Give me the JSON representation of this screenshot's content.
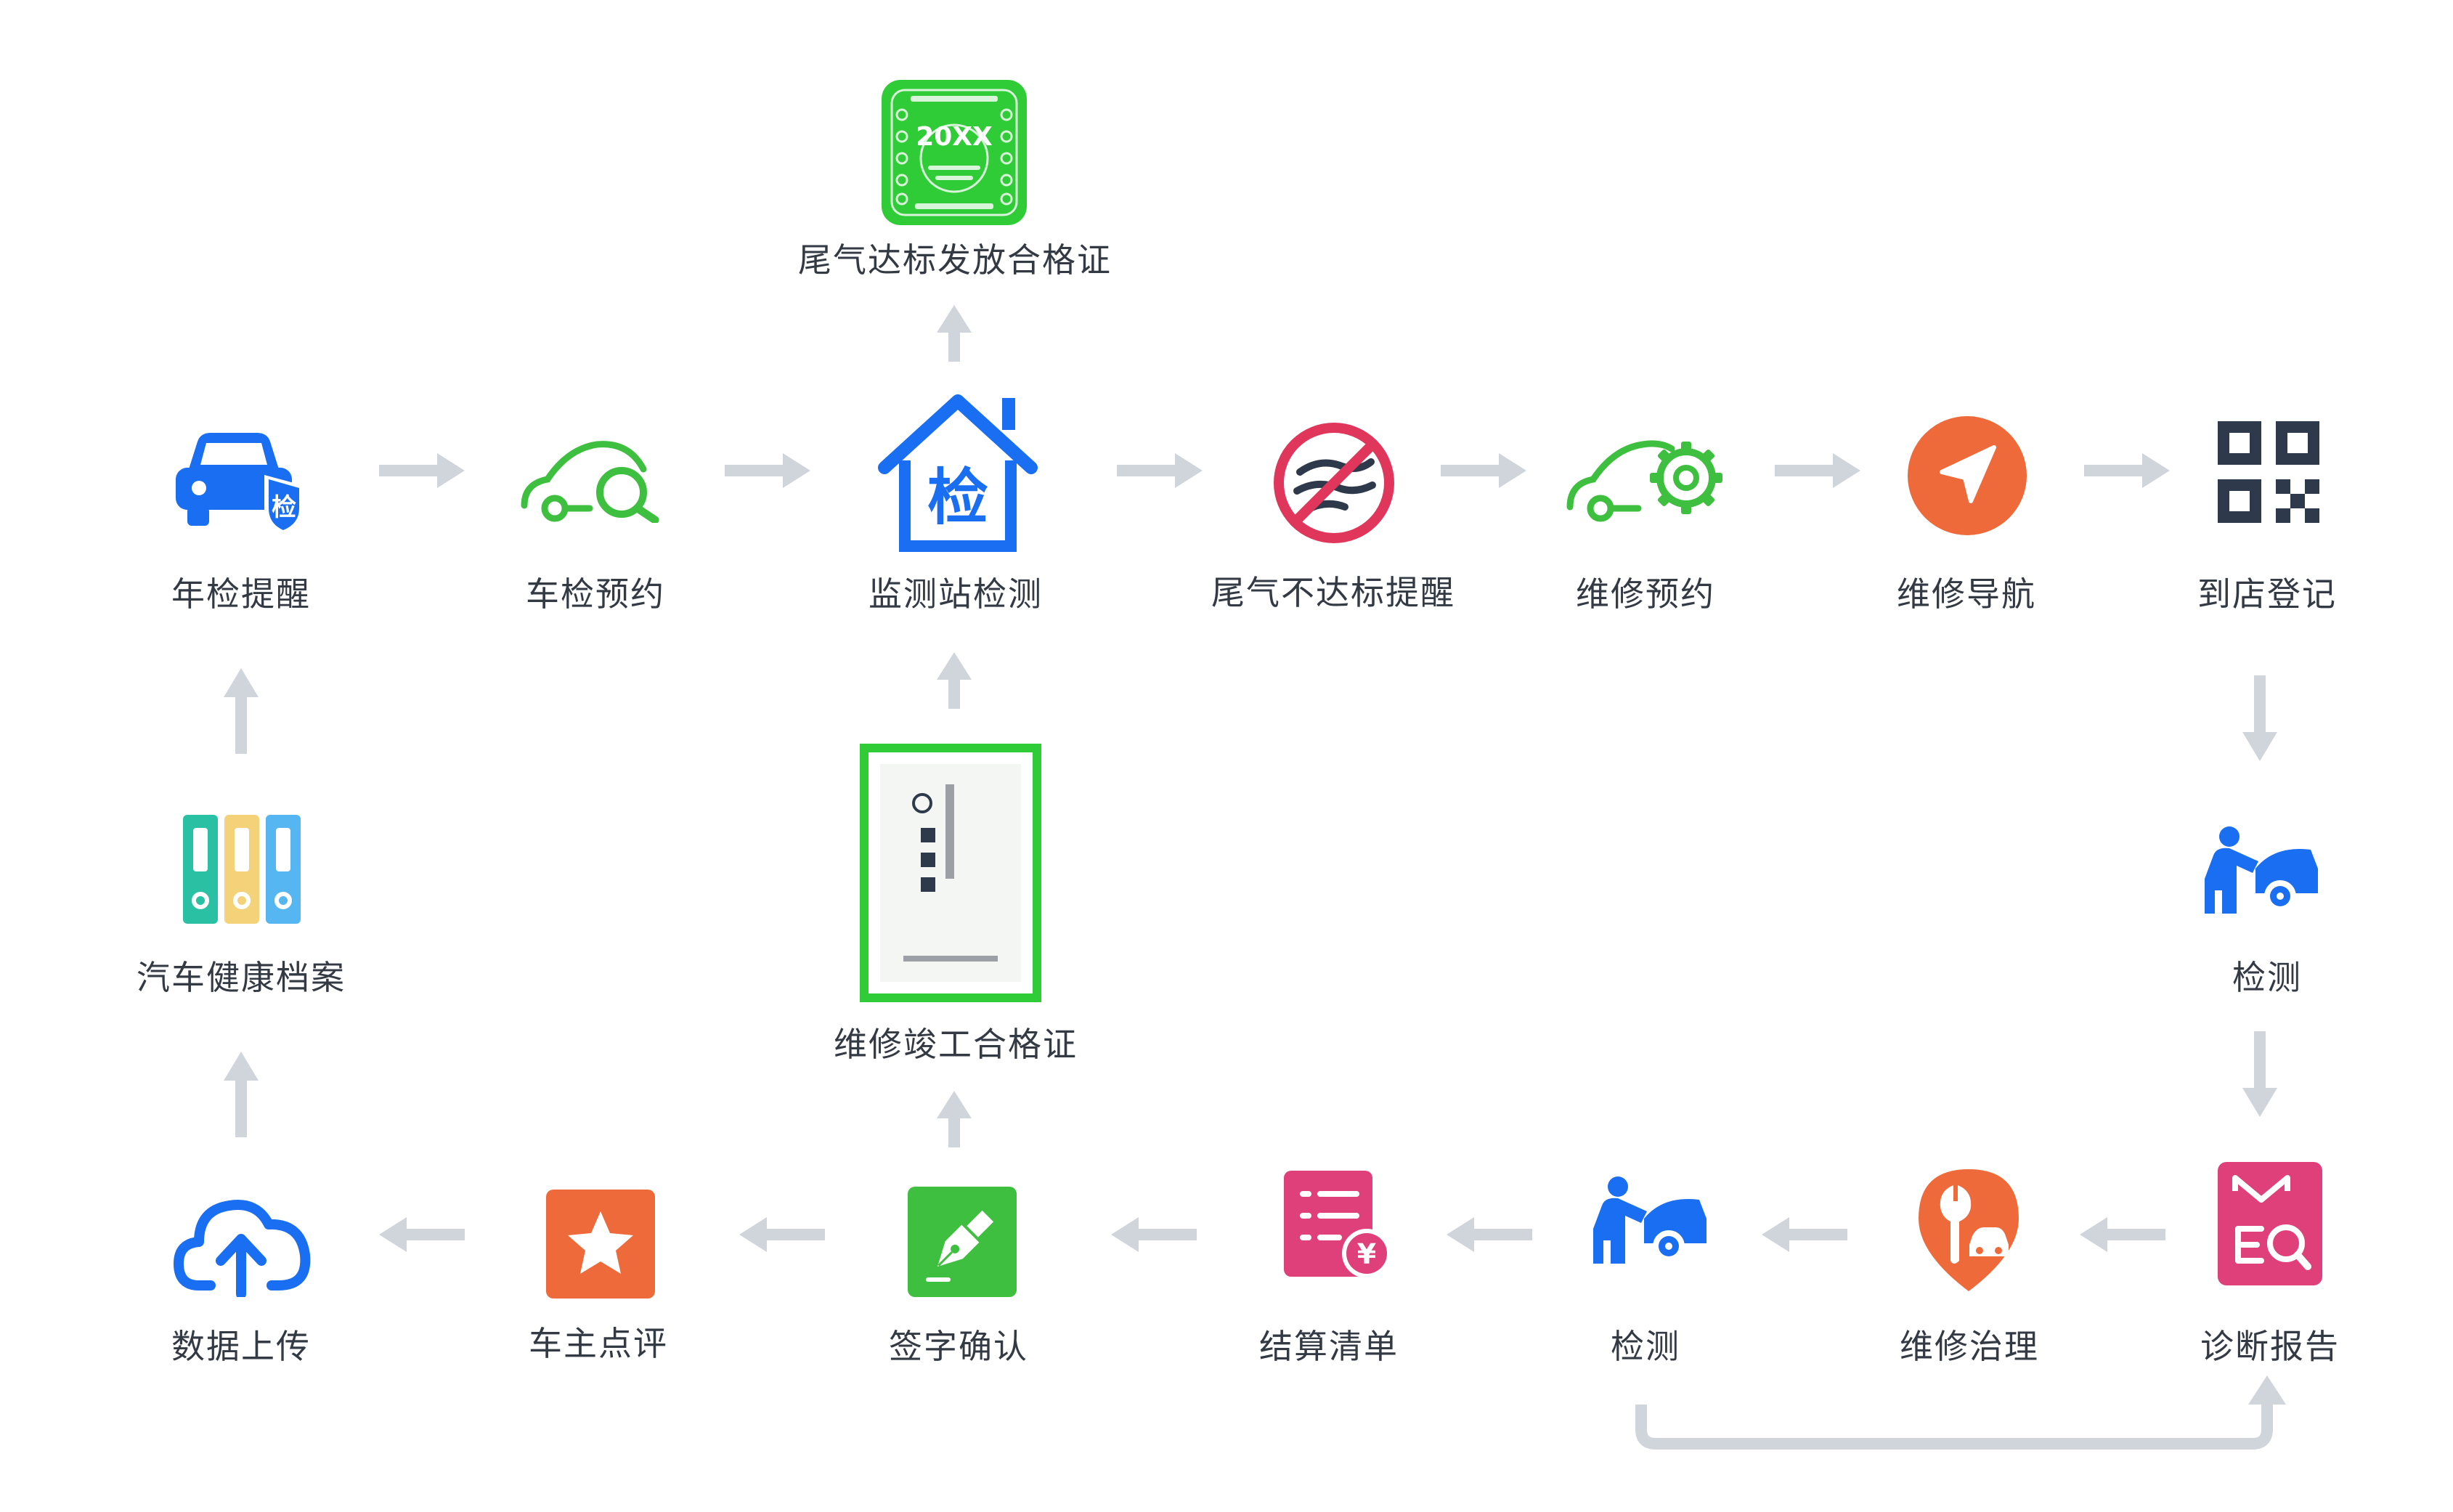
{
  "colors": {
    "blue": "#1a6ef2",
    "green": "#3fbf3f",
    "certGreen": "#2fcc37",
    "orange": "#ef6a3a",
    "red": "#e0365b",
    "pink": "#e0407a",
    "teal": "#29c0a3",
    "yellow": "#f3d27a",
    "sky": "#55b6f2",
    "arrow": "#d0d5dc",
    "dark": "#2e3a4b"
  },
  "nodes": {
    "exhaust_cert": "尾气达标发放合格证",
    "annual_reminder": "年检提醒",
    "inspection_booking": "车检预约",
    "station_inspection": "监测站检测",
    "exhaust_alert": "尾气不达标提醒",
    "repair_booking": "维修预约",
    "repair_navigation": "维修导航",
    "store_checkin": "到店登记",
    "inspection_right": "检测",
    "health_records": "汽车健康档案",
    "completion_cert": "维修竣工合格证",
    "data_upload": "数据上传",
    "owner_review": "车主点评",
    "sign_confirm": "签字确认",
    "settlement": "结算清单",
    "inspection_bottom": "检测",
    "repair_treatment": "维修治理",
    "diagnosis_report": "诊断报告"
  },
  "icon_text": {
    "station_char": "检",
    "reminder_char": "检",
    "cert_year": "20XX",
    "yen": "¥"
  },
  "icons": {
    "exhaust_cert": "green-emission-sticker-icon",
    "annual_reminder": "car-badge-icon",
    "inspection_booking": "car-magnifier-icon",
    "station_inspection": "house-icon",
    "exhaust_alert": "no-exhaust-icon",
    "repair_booking": "car-gear-icon",
    "repair_navigation": "navigation-arrow-icon",
    "store_checkin": "qr-code-icon",
    "inspection": "mechanic-car-icon",
    "health_records": "binders-icon",
    "completion_cert": "certificate-document-icon",
    "data_upload": "cloud-upload-icon",
    "owner_review": "star-icon",
    "sign_confirm": "pen-icon",
    "settlement": "bill-list-icon",
    "repair_treatment": "wrench-pin-icon",
    "diagnosis_report": "report-search-icon"
  }
}
